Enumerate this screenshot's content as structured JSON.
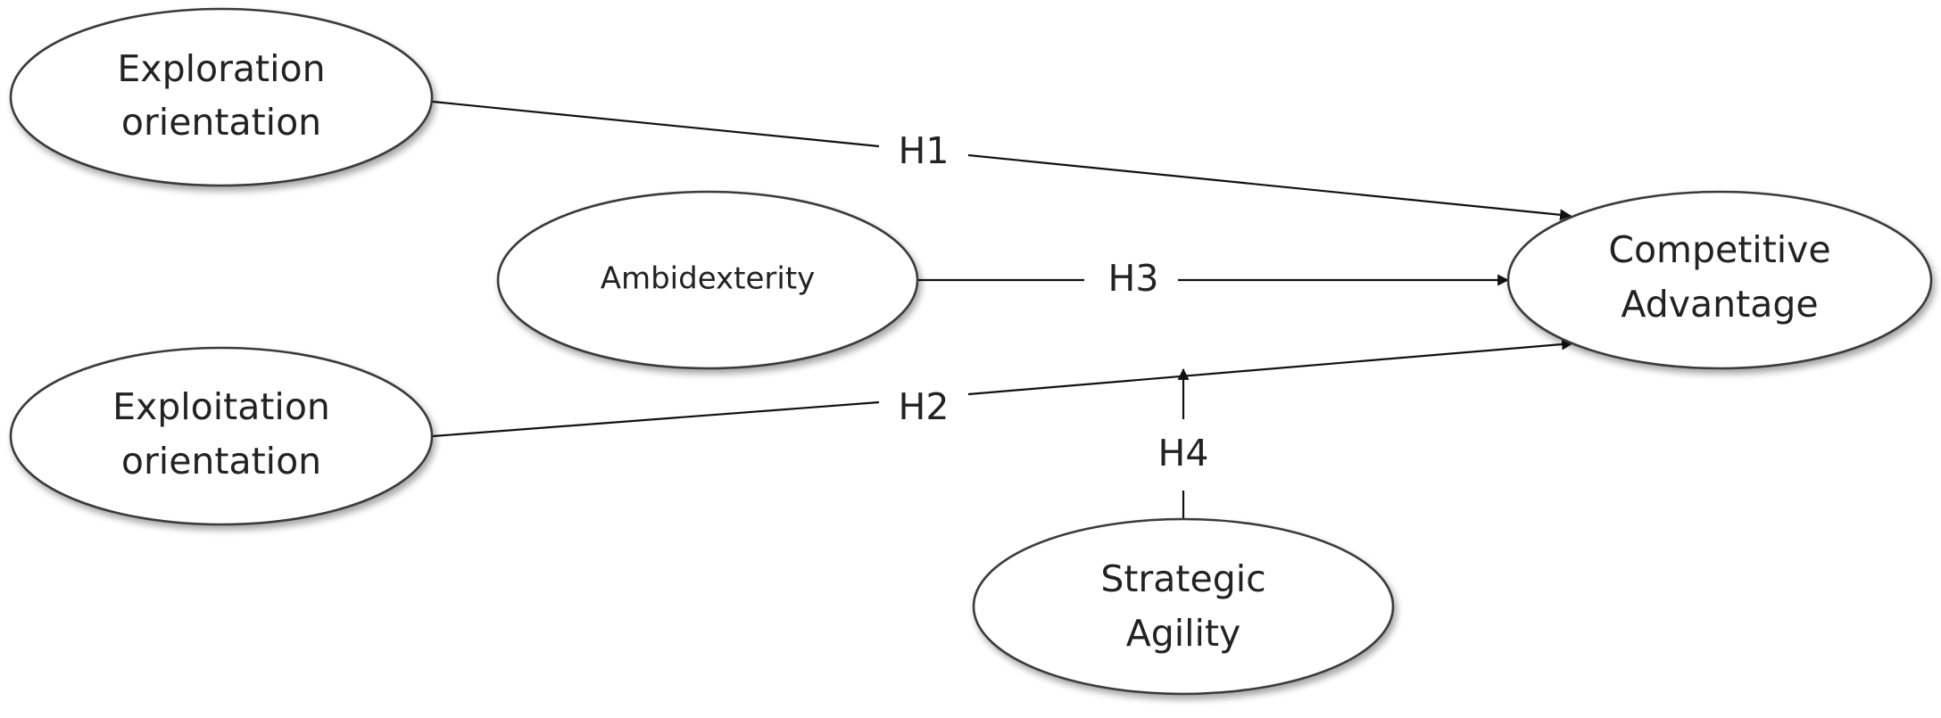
{
  "nodes": {
    "exploration": {
      "line1": "Exploration",
      "line2": "orientation"
    },
    "ambidexterity": {
      "line1": "Ambidexterity"
    },
    "exploitation": {
      "line1": "Exploitation",
      "line2": "orientation"
    },
    "competitive": {
      "line1": "Competitive",
      "line2": "Advantage"
    },
    "agility": {
      "line1": "Strategic",
      "line2": "Agility"
    }
  },
  "edges": {
    "h1": {
      "label": "H1",
      "from": "Exploration orientation",
      "to": "Competitive Advantage"
    },
    "h2": {
      "label": "H2",
      "from": "Exploitation orientation",
      "to": "Competitive Advantage"
    },
    "h3": {
      "label": "H3",
      "from": "Ambidexterity",
      "to": "Competitive Advantage"
    },
    "h4": {
      "label": "H4",
      "from": "Strategic Agility",
      "to": "H2 path"
    }
  },
  "colors": {
    "stroke": "#3a3a3a",
    "line": "#111111",
    "text": "#222222",
    "background": "#ffffff"
  }
}
